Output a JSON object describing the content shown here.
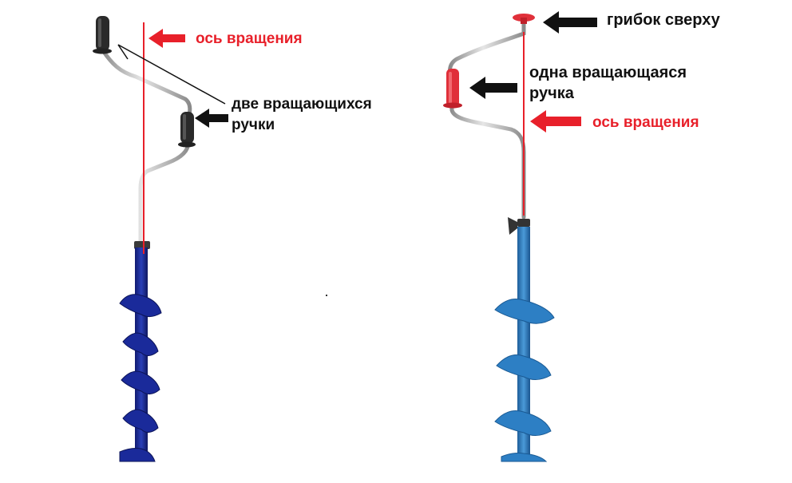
{
  "labels": {
    "axis_left": "ось вращения",
    "two_handles_line1": "две вращающихся",
    "two_handles_line2": "ручки",
    "mushroom_top": "грибок сверху",
    "one_handle_line1": "одна вращающаяся",
    "one_handle_line2": "ручка",
    "axis_right": "ось вращения"
  },
  "colors": {
    "axis_line": "#e8202a",
    "label_red": "#e8202a",
    "label_dark": "#111111",
    "auger_left": "#1a2a9a",
    "auger_right": "#2d7fc4",
    "handle_black": "#2a2a2a",
    "handle_red": "#e0303a",
    "shaft_metal": "#b8b8b8"
  },
  "icons": {
    "arrow_red": "arrow-left-red-icon",
    "arrow_black": "arrow-left-black-icon"
  }
}
